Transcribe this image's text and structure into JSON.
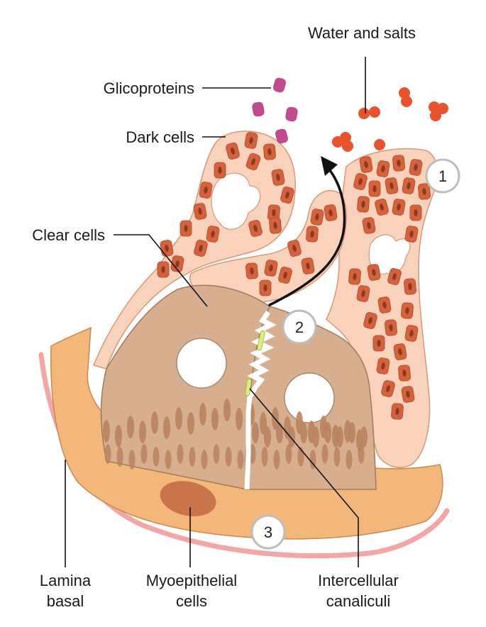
{
  "labels": {
    "water_salts": "Water and salts",
    "glicoproteins": "Glicoproteins",
    "dark_cells": "Dark cells",
    "clear_cells": "Clear cells",
    "lamina_line1": "Lamina",
    "lamina_line2": "basal",
    "myo_line1": "Myoepithelial",
    "myo_line2": "cells",
    "canal_line1": "Intercellular",
    "canal_line2": "canaliculi"
  },
  "markers": {
    "m1": "1",
    "m2": "2",
    "m3": "3"
  },
  "colors": {
    "dark_cell_fill": "#f9d2bc",
    "dark_cell_stroke": "#d99878",
    "granule_fill": "#d4623d",
    "granule_nucleus": "#8a3a1e",
    "clear_cell_fill": "#d8af8e",
    "clear_cell_stroke": "#a07a5a",
    "fold_fill": "#b98360",
    "myo_fill": "#f4b77a",
    "myo_nucleus": "#c9744a",
    "lamina": "#f4a5a5",
    "glycoprotein": "#c04a8c",
    "salt_droplet": "#e8522d",
    "canaliculus": "#d9ef7a"
  }
}
